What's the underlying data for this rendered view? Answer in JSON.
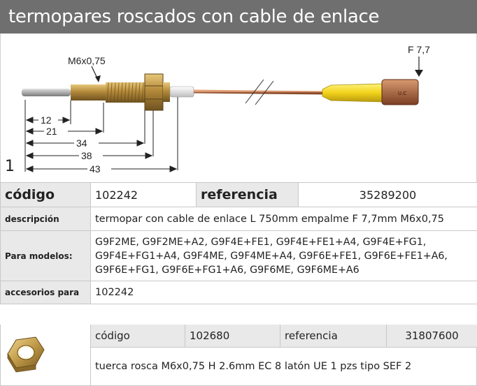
{
  "header": {
    "title": "termopares roscados con cable de enlace"
  },
  "figure": {
    "number": "1",
    "thread_label": "M6x0,75",
    "connector_label": "F 7,7",
    "dimensions": [
      "12",
      "21",
      "34",
      "38",
      "43"
    ]
  },
  "table": {
    "codigo_label": "código",
    "codigo_value": "102242",
    "referencia_label": "referencia",
    "referencia_value": "35289200",
    "descripcion_label": "descripción",
    "descripcion_value": "termopar  con cable de enlace L 750mm empalme F 7,7mm M6x0,75",
    "modelos_label": "Para modelos:",
    "modelos_lines": [
      "G9F2ME, G9F2ME+A2, G9F4E+FE1, G9F4E+FE1+A4, G9F4E+FG1,",
      "G9F4E+FG1+A4, G9F4ME, G9F4ME+A4, G9F6E+FE1, G9F6E+FE1+A6,",
      "G9F6E+FG1, G9F6E+FG1+A6, G9F6ME, G9F6ME+A6"
    ],
    "accesorios_label": "accesorios para",
    "accesorios_value": "102242"
  },
  "accessory": {
    "codigo_label": "código",
    "codigo_value": "102680",
    "referencia_label": "referencia",
    "referencia_value": "31807600",
    "descripcion": "tuerca  rosca M6x0,75 H 2.6mm EC 8 latón UE 1 pzs tipo SEF 2",
    "image_icon": "hex-nut-icon"
  }
}
